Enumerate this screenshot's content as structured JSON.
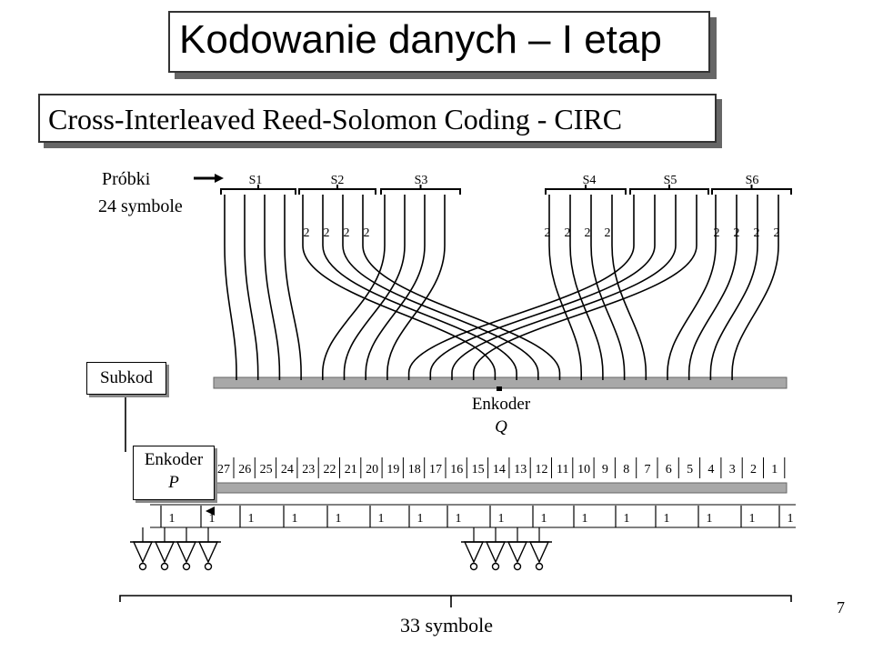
{
  "title": "Kodowanie danych – I etap",
  "subtitle": "Cross-Interleaved Reed-Solomon Coding - CIRC",
  "input_label": "Próbki",
  "input_count_label": "24 symbole",
  "samples": [
    "S1",
    "S2",
    "S3",
    "S4",
    "S5",
    "S6"
  ],
  "delay_value": "2",
  "subcode_label": "Subkod",
  "encoder_q": {
    "line1": "Enkoder",
    "line2": "Q"
  },
  "encoder_p": {
    "line1": "Enkoder",
    "line2": "P"
  },
  "symbol_indices": [
    "27",
    "26",
    "25",
    "24",
    "23",
    "22",
    "21",
    "20",
    "19",
    "18",
    "17",
    "16",
    "15",
    "14",
    "13",
    "12",
    "11",
    "10",
    "9",
    "8",
    "7",
    "6",
    "5",
    "4",
    "3",
    "2",
    "1"
  ],
  "bottom_delay_value": "1",
  "output_label": "33 symbole",
  "page_number": "7"
}
